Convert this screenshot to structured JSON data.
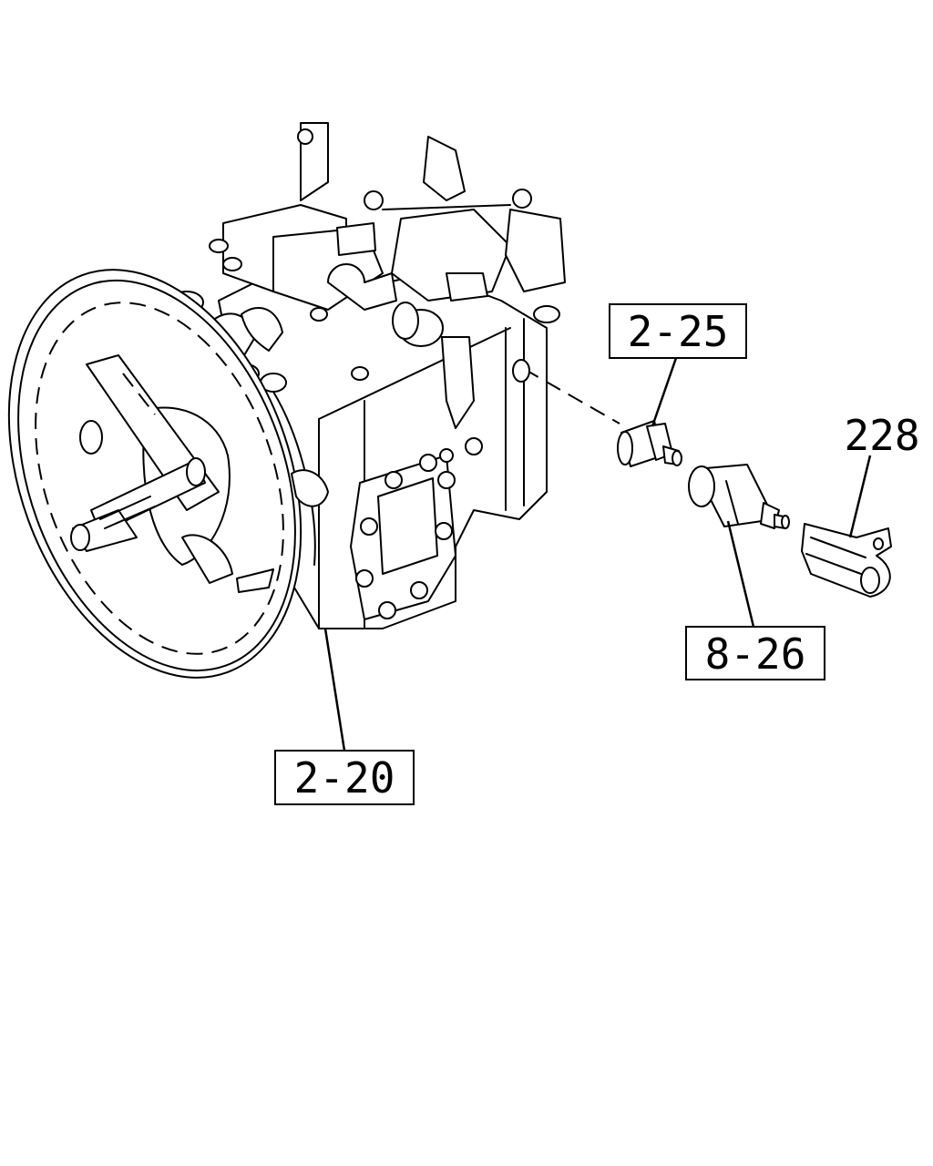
{
  "callouts": [
    {
      "id": "c1",
      "label": "2-25"
    },
    {
      "id": "c2",
      "label": "8-26"
    },
    {
      "id": "c3",
      "label": "2-20"
    },
    {
      "id": "c4",
      "label": "228"
    }
  ],
  "colors": {
    "line": "#000000",
    "background": "#ffffff"
  }
}
